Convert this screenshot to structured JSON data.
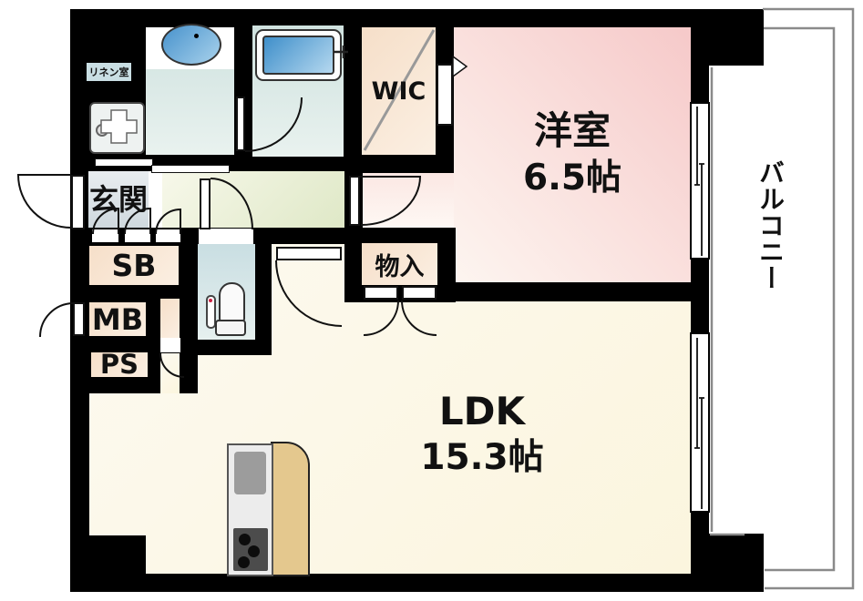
{
  "plan": {
    "rooms": {
      "western": {
        "name": "洋室",
        "size": "6.5帖"
      },
      "ldk": {
        "name": "LDK",
        "size": "15.3帖"
      },
      "balcony": {
        "name": "バルコニー"
      },
      "entrance": {
        "name": "玄関"
      },
      "wic": {
        "name": "WIC"
      },
      "storage": {
        "name": "物入"
      },
      "shoe_box": {
        "name": "SB"
      },
      "meter_box": {
        "name": "MB"
      },
      "pipe_space": {
        "name": "PS"
      },
      "linen": {
        "name": "リネン室"
      }
    },
    "colors": {
      "wall": "#000000",
      "western_room_pink": "#f6c9c9",
      "ldk_cream": "#fbf5de",
      "closet_peach": "#f6dfc9",
      "wet_area_teal": "#cfe2df",
      "hall_green": "#dde7c4",
      "entrance_gray": "#ccd6dc",
      "tub_blue": "#3f8fca",
      "balcony_line_gray": "#8a8a8a",
      "kitchen_counter_tan": "#e4c88e"
    }
  }
}
